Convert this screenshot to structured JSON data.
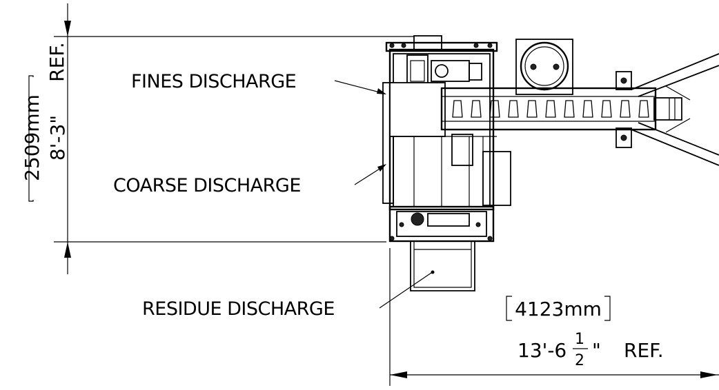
{
  "callouts": {
    "fines": "FINES DISCHARGE",
    "coarse": "COARSE DISCHARGE",
    "residue": "RESIDUE DISCHARGE"
  },
  "vertical_dimension": {
    "metric": "2509mm",
    "imperial": "8'-3\"",
    "ref": "REF."
  },
  "horizontal_dimension": {
    "metric": "4123mm",
    "imperial_whole": "13'-6",
    "frac_num": "1",
    "frac_den": "2",
    "inch_mark": "\"",
    "ref": "REF."
  }
}
